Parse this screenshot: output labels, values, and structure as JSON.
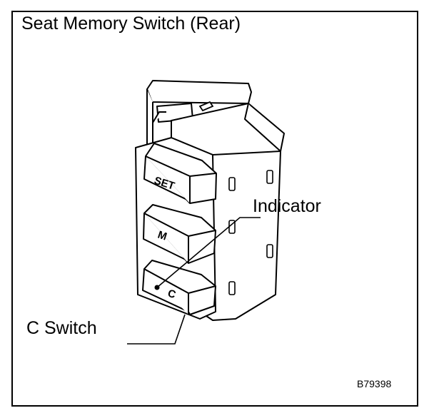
{
  "title": "Seat Memory Switch (Rear)",
  "callouts": {
    "indicator": "Indicator",
    "c_switch": "C Switch"
  },
  "buttons": {
    "set": "SET",
    "m": "M",
    "c": "C"
  },
  "figure_code": "B79398"
}
